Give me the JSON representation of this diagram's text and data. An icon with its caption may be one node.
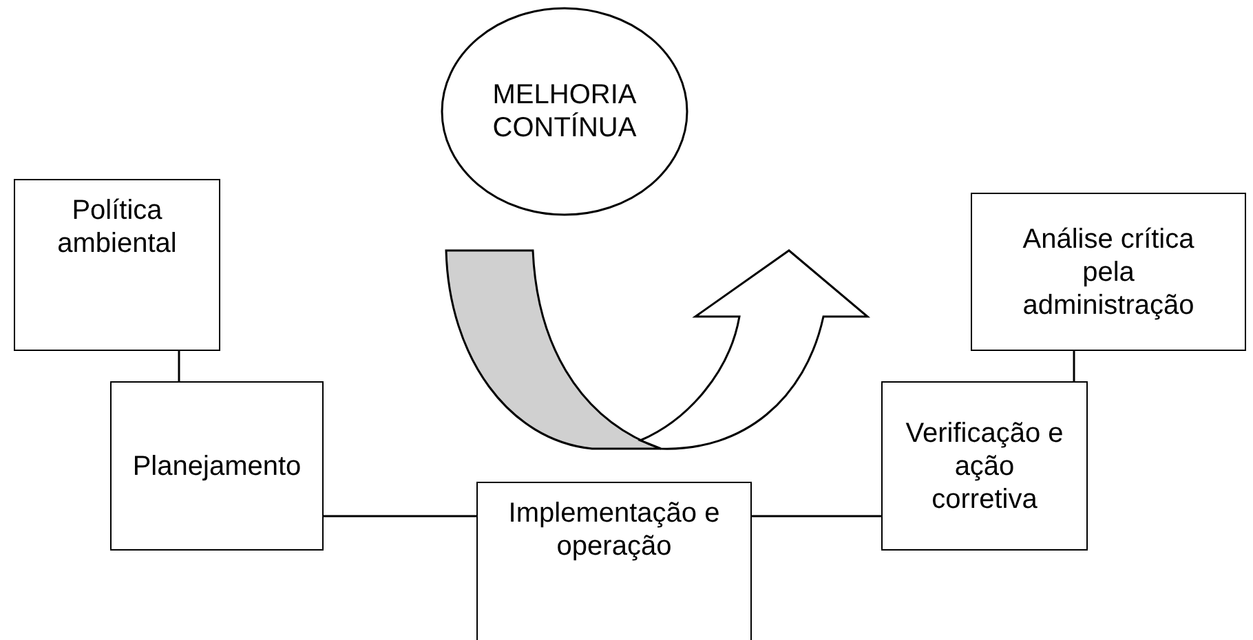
{
  "diagram": {
    "nodes": [
      {
        "text": [
          "MELHORIA CONTÍNUA"
        ]
      },
      {
        "text": [
          "Política ambiental"
        ]
      },
      {
        "text": [
          "Análise crítica pela administração"
        ]
      },
      {
        "text": [
          "Planejamento"
        ]
      },
      {
        "text": [
          "Verificação e ação corretiva"
        ]
      },
      {
        "text": [
          "Implementação e operação"
        ]
      }
    ],
    "edges": [
      {
        "from": 1,
        "to": 3,
        "arrow": "none"
      },
      {
        "from": 3,
        "to": 5,
        "arrow": "none"
      },
      {
        "from": 5,
        "to": 4,
        "arrow": "none"
      },
      {
        "from": 4,
        "to": 2,
        "arrow": "none"
      }
    ]
  }
}
